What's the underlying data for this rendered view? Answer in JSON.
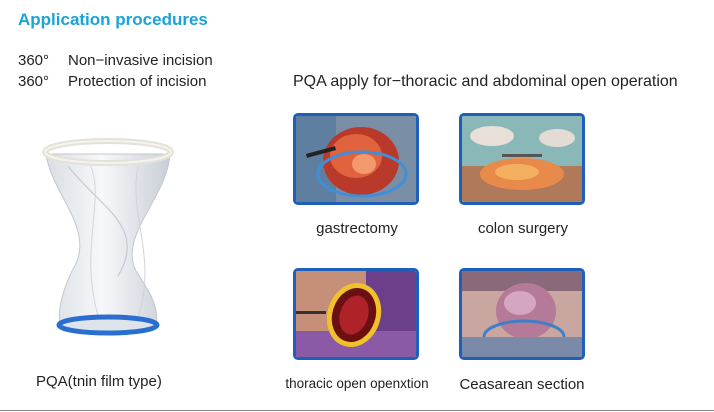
{
  "title": "Application procedures",
  "features": [
    {
      "deg": "360°",
      "text": "Non−invasive incision"
    },
    {
      "deg": "360°",
      "text": "Protection of incision"
    }
  ],
  "subtitle": "PQA apply for−thoracic and abdominal open operation",
  "product": {
    "caption": "PQA(tnin film type)"
  },
  "procedures": [
    {
      "label": "gastrectomy"
    },
    {
      "label": "colon surgery"
    },
    {
      "label": "thoracic open openxtion"
    },
    {
      "label": "Ceasarean section"
    }
  ],
  "colors": {
    "title": "#1aa3d9",
    "frame": "#1f5fb8",
    "ring": "#2a6fd0"
  }
}
